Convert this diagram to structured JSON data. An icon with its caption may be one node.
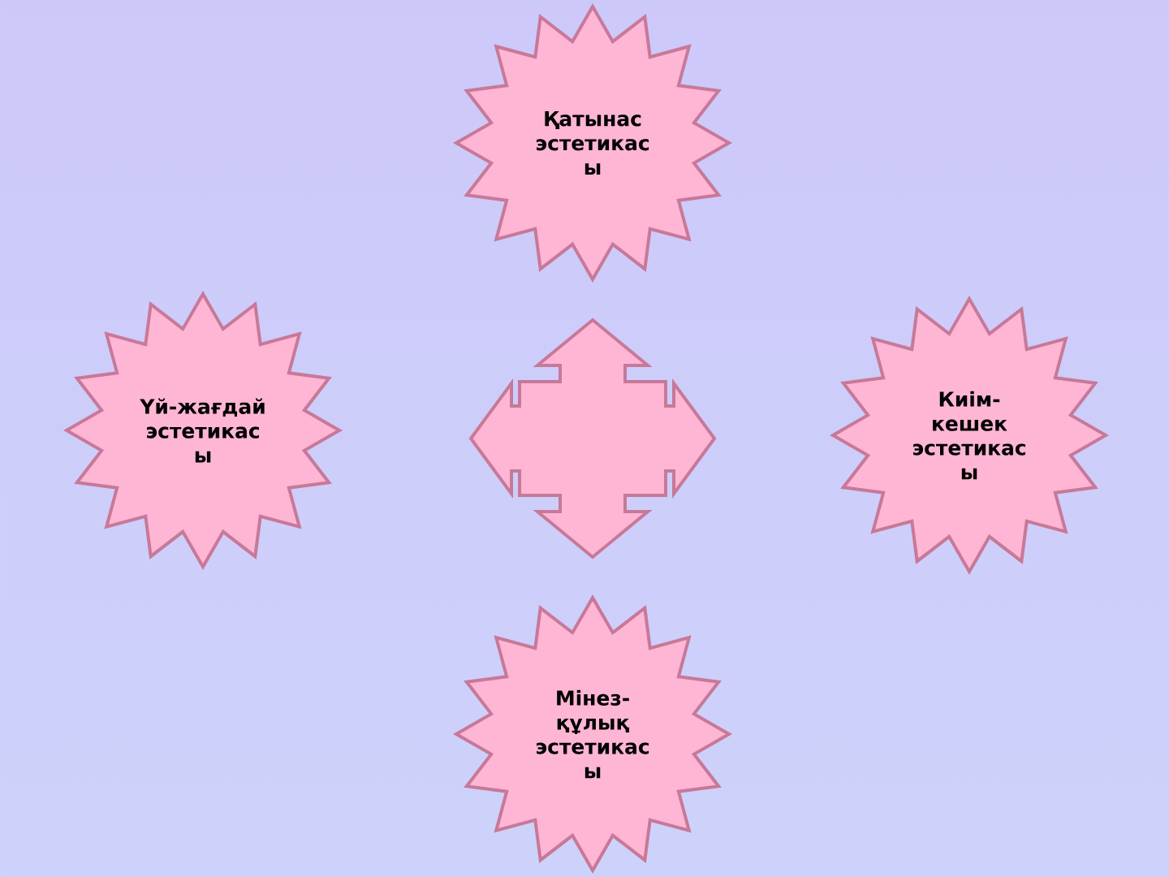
{
  "diagram": {
    "nodes": [
      {
        "text": [
          "Қатынас эстетикас ы"
        ]
      },
      {
        "text": [
          "Үй-жағдай эстетикас ы"
        ]
      },
      {
        "text": [
          "Киім- кешек эстетикас ы"
        ]
      },
      {
        "text": [
          "Мінез- құлық эстетикас ы"
        ]
      }
    ]
  }
}
